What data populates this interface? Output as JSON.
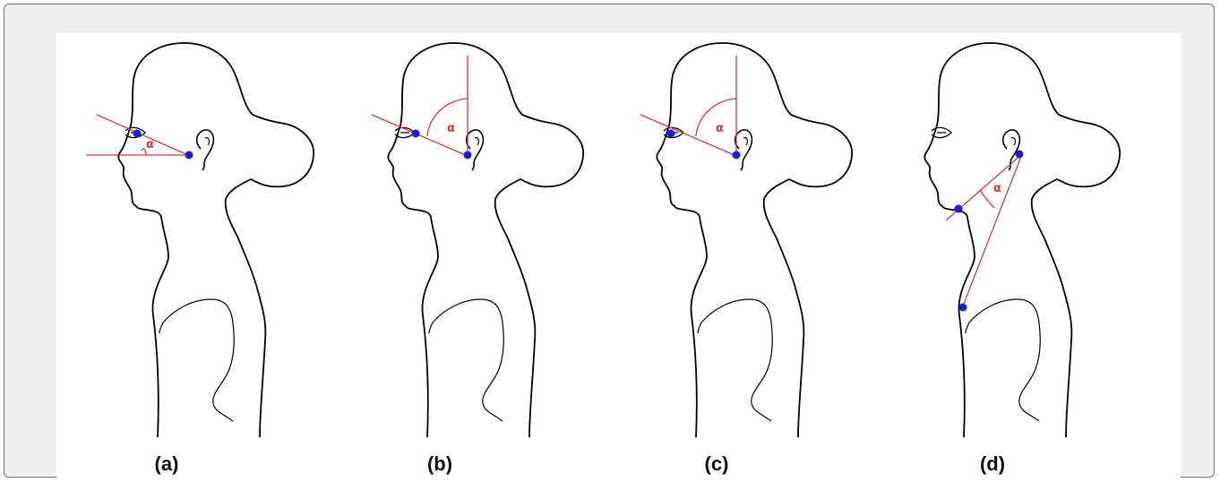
{
  "colors": {
    "outline": "#000000",
    "measure_line": "#d23a3a",
    "landmark_dot": "#1a1ae6",
    "angle_label": "#d23a3a",
    "frame_bg": "#efefef",
    "frame_border": "#6f6f6f"
  },
  "angle_symbol": "α",
  "panels": [
    {
      "id": "a",
      "caption": "(a)"
    },
    {
      "id": "b",
      "caption": "(b)"
    },
    {
      "id": "c",
      "caption": "(c)"
    },
    {
      "id": "d",
      "caption": "(d)"
    }
  ]
}
